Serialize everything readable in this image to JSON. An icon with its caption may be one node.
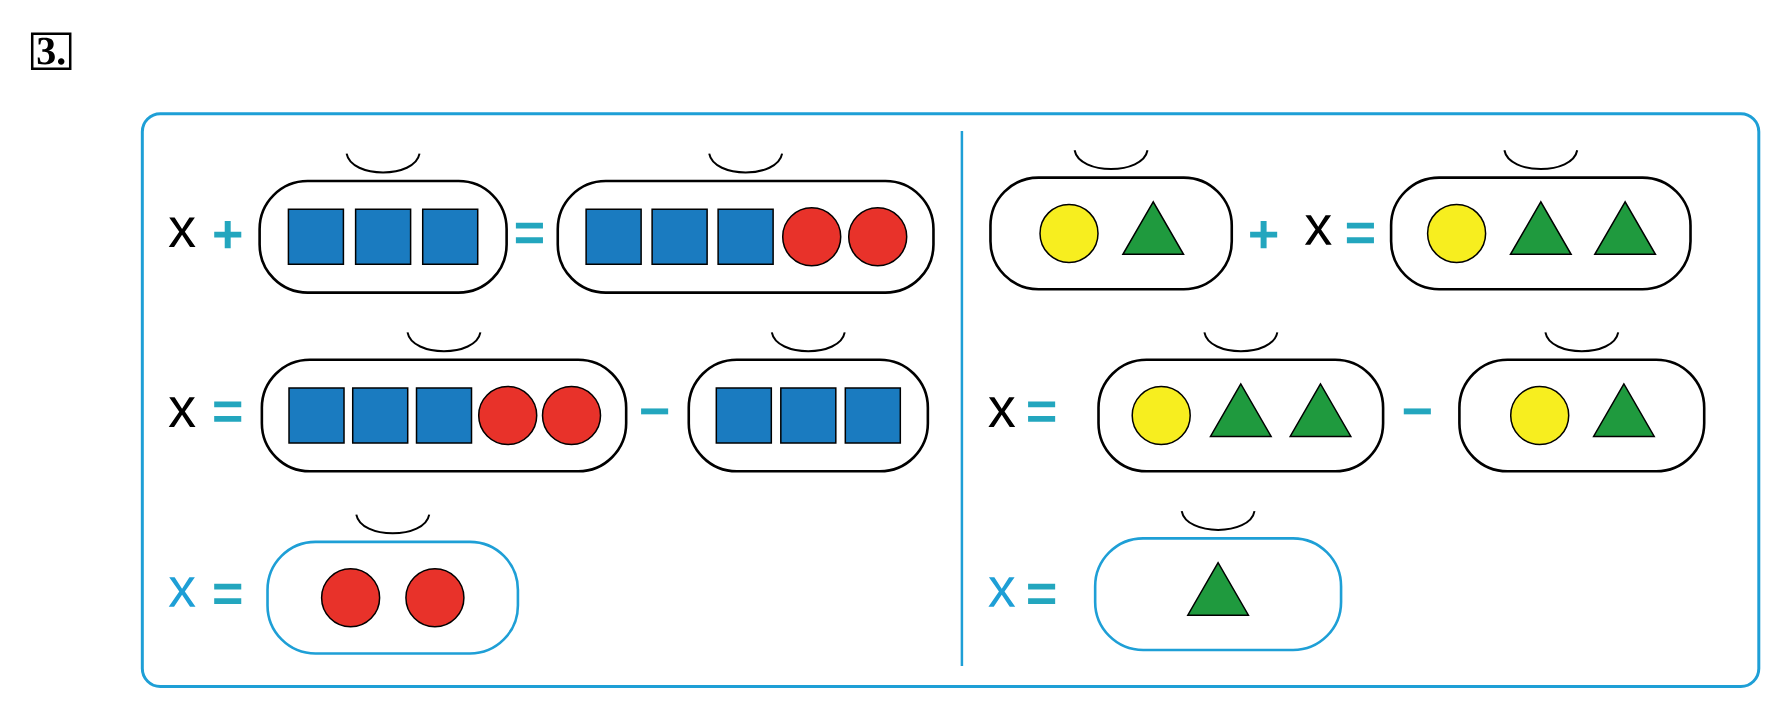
{
  "diagram": {
    "nodes": [
      {
        "text": [],
        "shape": "box"
      },
      {
        "text": [],
        "shape": "square",
        "in": 0
      },
      {
        "text": [],
        "shape": "square",
        "in": 0
      },
      {
        "text": [],
        "shape": "square",
        "in": 0
      },
      {
        "text": [],
        "shape": "box"
      },
      {
        "text": [],
        "shape": "square",
        "in": 4
      },
      {
        "text": [],
        "shape": "square",
        "in": 4
      },
      {
        "text": [],
        "shape": "square",
        "in": 4
      },
      {
        "text": [],
        "shape": "circle",
        "in": 4
      },
      {
        "text": [],
        "shape": "circle",
        "in": 4
      },
      {
        "text": [],
        "shape": "box"
      },
      {
        "text": [],
        "shape": "square",
        "in": 10
      },
      {
        "text": [],
        "shape": "square",
        "in": 10
      },
      {
        "text": [],
        "shape": "square",
        "in": 10
      },
      {
        "text": [],
        "shape": "circle",
        "in": 10
      },
      {
        "text": [],
        "shape": "circle",
        "in": 10
      },
      {
        "text": [],
        "shape": "box"
      },
      {
        "text": [],
        "shape": "square",
        "in": 16
      },
      {
        "text": [],
        "shape": "square",
        "in": 16
      },
      {
        "text": [],
        "shape": "square",
        "in": 16
      },
      {
        "text": [],
        "shape": "box"
      },
      {
        "text": [],
        "shape": "circle",
        "in": 20
      },
      {
        "text": [],
        "shape": "circle",
        "in": 20
      },
      {
        "text": [],
        "shape": "box"
      },
      {
        "text": [],
        "shape": "circle",
        "in": 23
      },
      {
        "text": [],
        "shape": "triangle",
        "in": 23
      },
      {
        "text": [],
        "shape": "box"
      },
      {
        "text": [],
        "shape": "circle",
        "in": 26
      },
      {
        "text": [],
        "shape": "triangle",
        "in": 26
      },
      {
        "text": [],
        "shape": "triangle",
        "in": 26
      },
      {
        "text": [],
        "shape": "box"
      },
      {
        "text": [],
        "shape": "circle",
        "in": 30
      },
      {
        "text": [],
        "shape": "triangle",
        "in": 30
      },
      {
        "text": [],
        "shape": "triangle",
        "in": 30
      },
      {
        "text": [],
        "shape": "box"
      },
      {
        "text": [],
        "shape": "circle",
        "in": 34
      },
      {
        "text": [],
        "shape": "triangle",
        "in": 34
      },
      {
        "text": [],
        "shape": "box"
      },
      {
        "text": [],
        "shape": "triangle",
        "in": 37
      }
    ],
    "edges": [],
    "labels": [
      "3.",
      "x",
      "+",
      "=",
      "+",
      "x",
      "=",
      "x",
      "=",
      "−",
      "x",
      "=",
      "−",
      "x",
      "=",
      "x",
      "="
    ]
  }
}
